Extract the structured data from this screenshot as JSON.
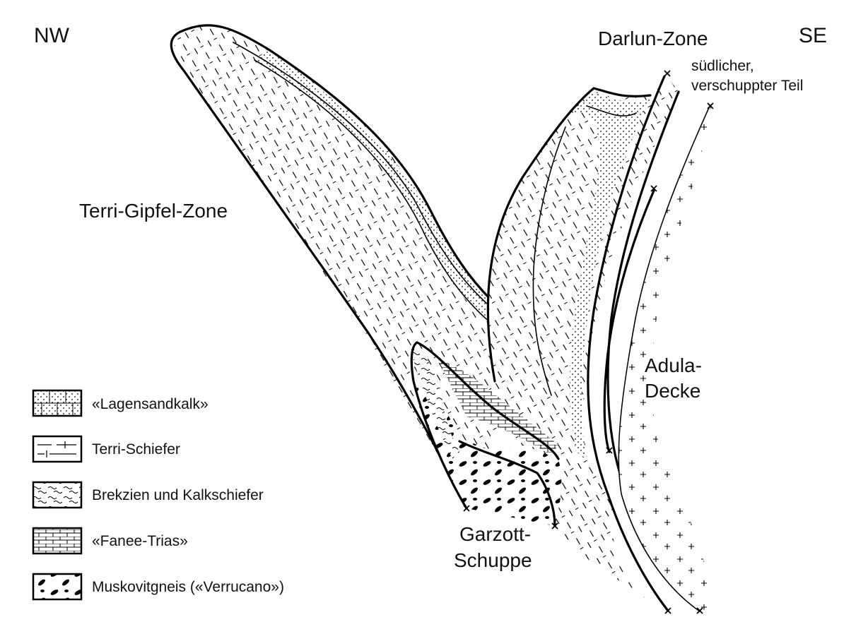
{
  "orientation": {
    "left": "NW",
    "right": "SE"
  },
  "units": {
    "terri_gipfel": "Terri-Gipfel-Zone",
    "darlun": "Darlun-Zone",
    "darlun_sub_1": "südlicher,",
    "darlun_sub_2": "verschuppter Teil",
    "adula_1": "Adula-",
    "adula_2": "Decke",
    "garzott_1": "Garzott-",
    "garzott_2": "Schuppe"
  },
  "legend": [
    {
      "pattern": "lagensandkalk",
      "label": "«Lagensandkalk»"
    },
    {
      "pattern": "terri-schiefer",
      "label": "Terri-Schiefer"
    },
    {
      "pattern": "brekzien",
      "label": "Brekzien und Kalkschiefer"
    },
    {
      "pattern": "fanee-trias",
      "label": "«Fanee-Trias»"
    },
    {
      "pattern": "verrucano",
      "label": "Muskovitgneis («Verrucano»)"
    }
  ],
  "colors": {
    "ink": "#000000",
    "paper": "#ffffff"
  }
}
